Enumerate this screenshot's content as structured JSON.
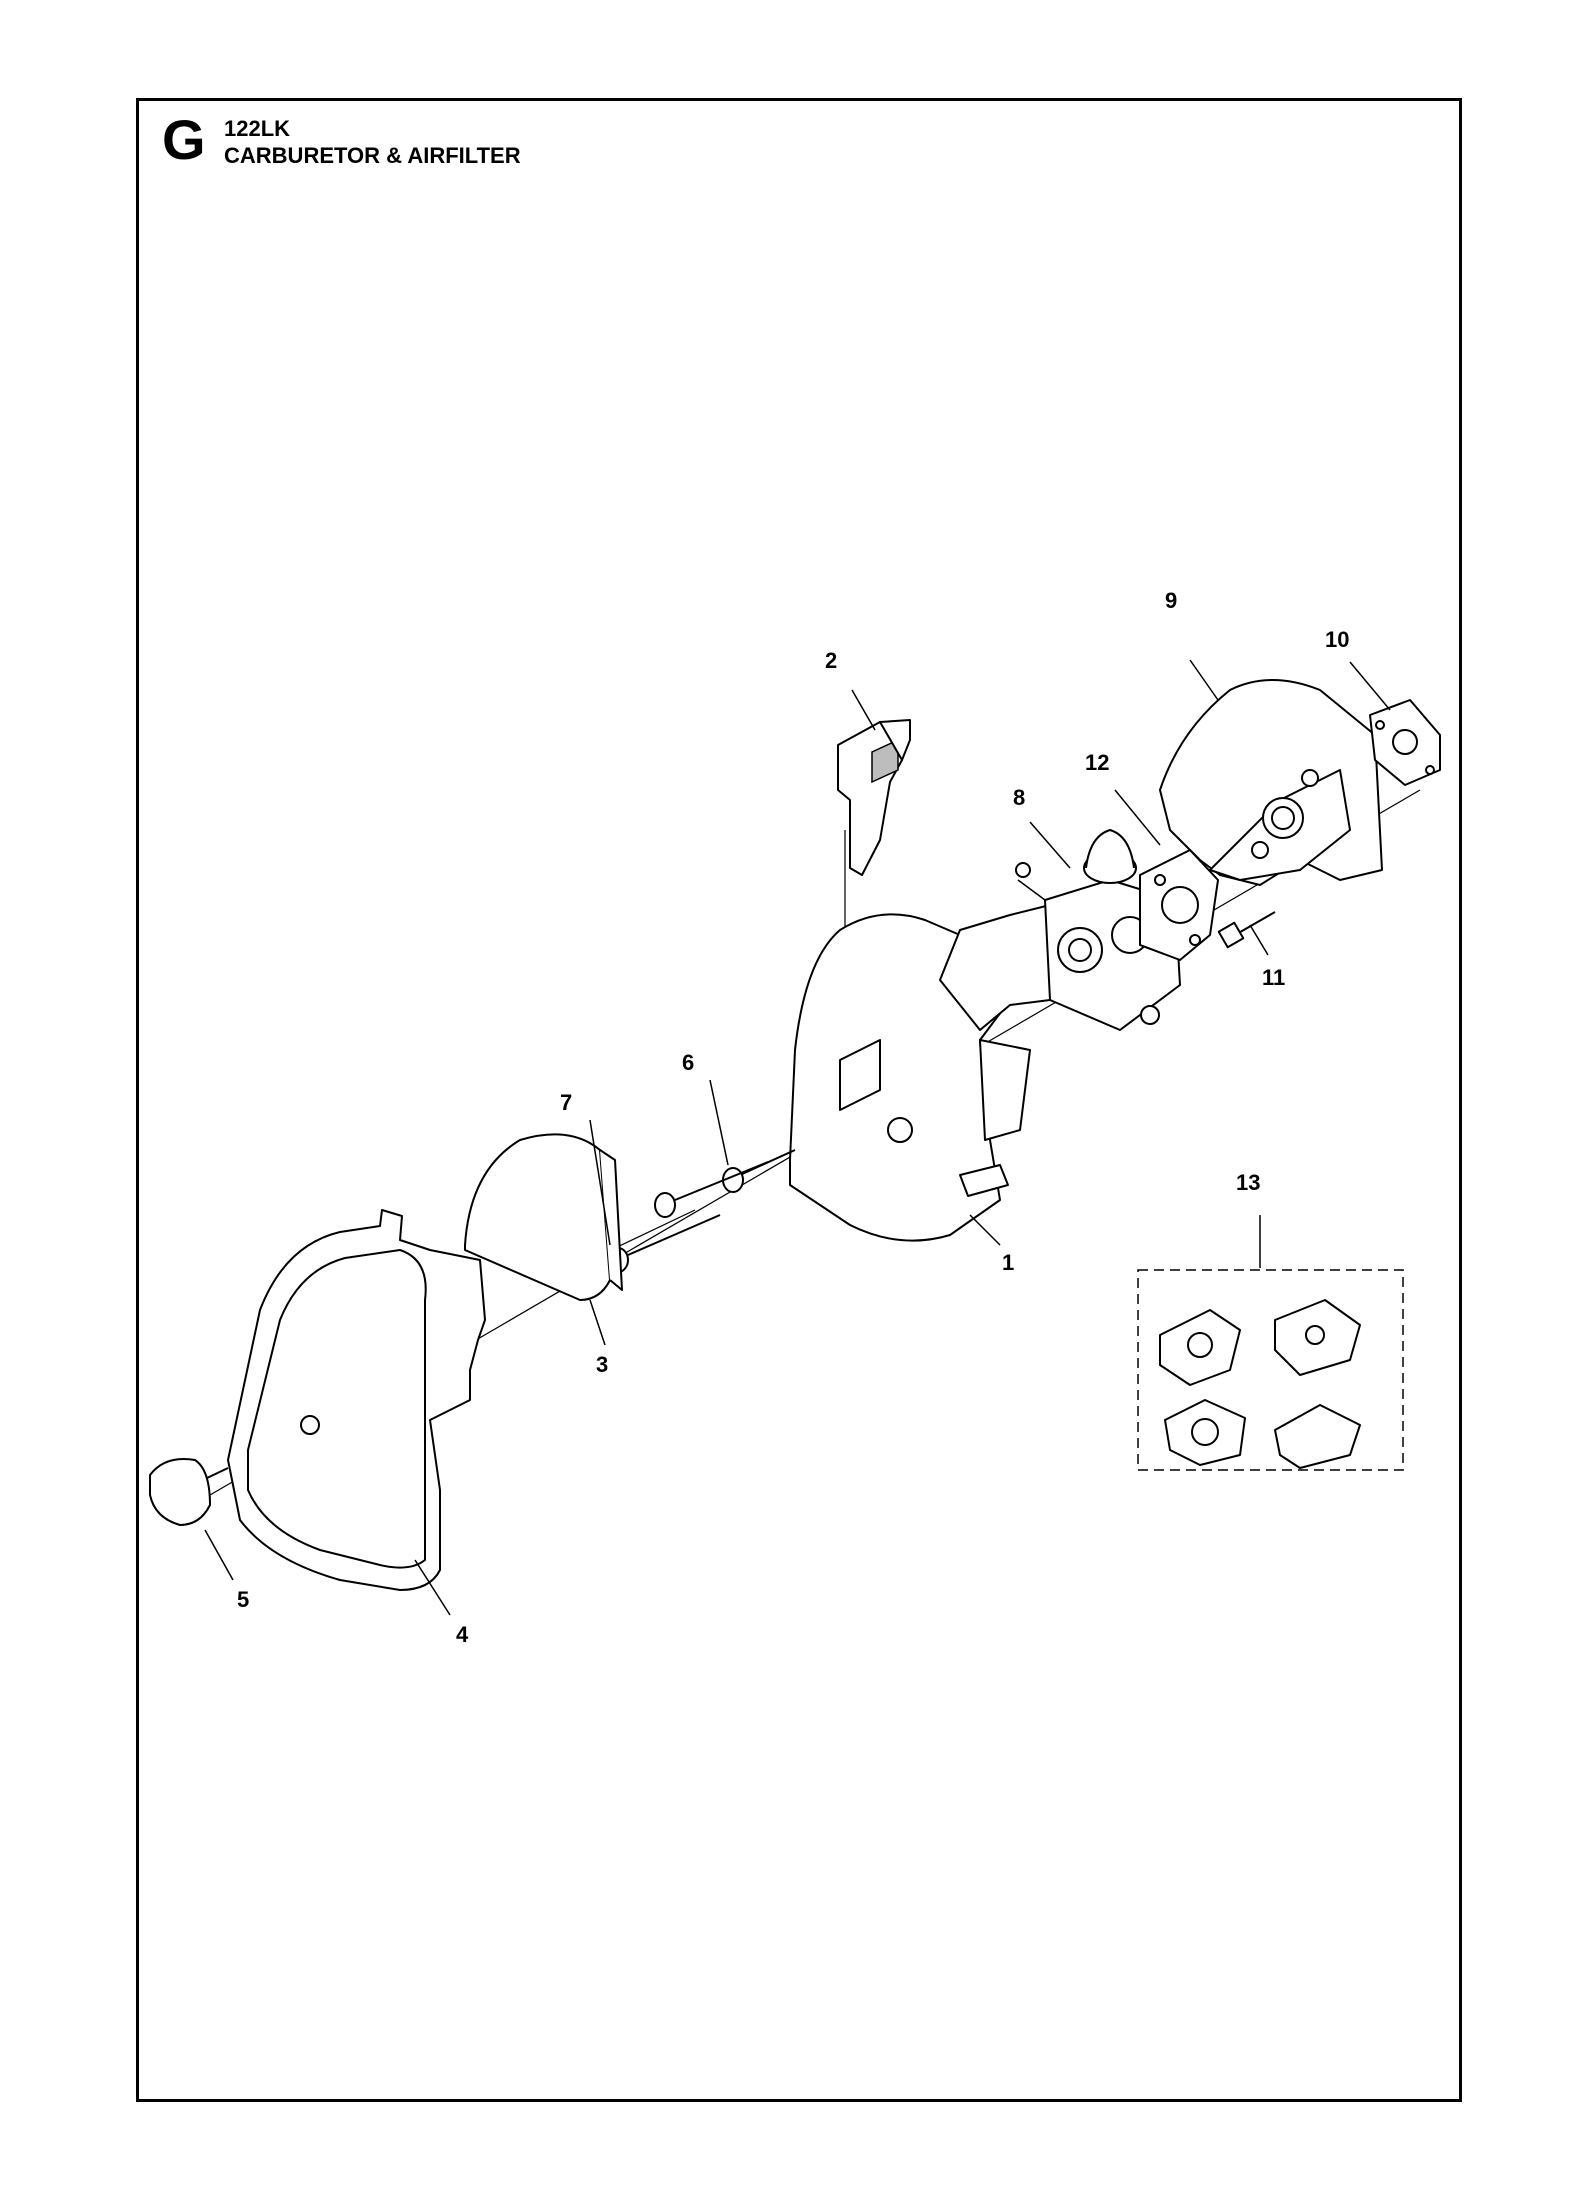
{
  "header": {
    "section_letter": "G",
    "model": "122LK",
    "title": "CARBURETOR & AIRFILTER"
  },
  "callouts": [
    {
      "id": "1",
      "label": "1"
    },
    {
      "id": "2",
      "label": "2"
    },
    {
      "id": "3",
      "label": "3"
    },
    {
      "id": "4",
      "label": "4"
    },
    {
      "id": "5",
      "label": "5"
    },
    {
      "id": "6",
      "label": "6"
    },
    {
      "id": "7",
      "label": "7"
    },
    {
      "id": "8",
      "label": "8"
    },
    {
      "id": "9",
      "label": "9"
    },
    {
      "id": "10",
      "label": "10"
    },
    {
      "id": "11",
      "label": "11"
    },
    {
      "id": "12",
      "label": "12"
    },
    {
      "id": "13",
      "label": "13"
    }
  ]
}
